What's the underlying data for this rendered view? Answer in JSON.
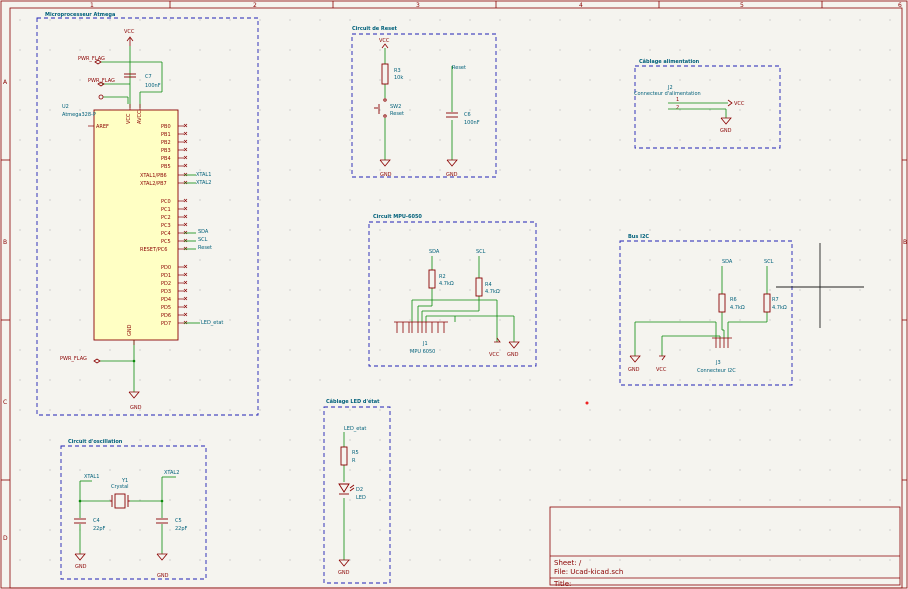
{
  "colors": {
    "background": "#f5f4ef",
    "frame": "#8a0000",
    "wire": "#0a8a0a",
    "part": "#8a0000",
    "text": "#00607a",
    "box": "#1f1fb4"
  },
  "sheet_header": {
    "cols": [
      "1",
      "2",
      "3",
      "4",
      "5",
      "6"
    ],
    "rows": [
      "A",
      "B",
      "C",
      "D"
    ]
  },
  "blocks": {
    "mcu": {
      "title": "Microprocesseur Atmega"
    },
    "reset": {
      "title": "Circuit de Reset"
    },
    "power": {
      "title": "Câblage alimentation"
    },
    "mpu": {
      "title": "Circuit MPU-6050"
    },
    "i2c": {
      "title": "Bus I2C"
    },
    "osc": {
      "title": "Circuit d'oscillation"
    },
    "led": {
      "title": "Câblage LED d'état"
    }
  },
  "mcu": {
    "ref": "U2",
    "value": "Atmega328-P",
    "vcc": "VCC",
    "gnd": "GND",
    "flag1": "PWR_FLAG",
    "flag2": "PWR_FLAG",
    "flag3": "PWR_FLAG",
    "cap_ref": "C7",
    "cap_val": "100nF",
    "aref": "AREF",
    "vcc_pin": "VCC",
    "avcc_pin": "AVCC",
    "gnd_pin": "GND",
    "pins_b": [
      "PB0",
      "PB1",
      "PB2",
      "PB3",
      "PB4",
      "PB5",
      "XTAL1/PB6",
      "XTAL2/PB7"
    ],
    "pins_c": [
      "PC0",
      "PC1",
      "PC2",
      "PC3",
      "PC4",
      "PC5",
      "RESET/PC6"
    ],
    "pins_d": [
      "PD0",
      "PD1",
      "PD2",
      "PD3",
      "PD4",
      "PD5",
      "PD6",
      "PD7"
    ],
    "net_xtal1": "XTAL1",
    "net_xtal2": "XTAL2",
    "net_sda": "SDA",
    "net_scl": "SCL",
    "net_reset": "Reset",
    "net_led": "LED_etat"
  },
  "reset": {
    "vcc": "VCC",
    "r_ref": "R3",
    "r_val": "10k",
    "sw_ref": "SW2",
    "sw_val": "Reset",
    "net": "Reset",
    "c_ref": "C6",
    "c_val": "100nF",
    "gnd1": "GND",
    "gnd2": "GND"
  },
  "power": {
    "ref": "J2",
    "value": "Connecteur d'alimentation",
    "pin1": "1",
    "pin2": "2",
    "vcc": "VCC",
    "gnd": "GND"
  },
  "mpu": {
    "sda": "SDA",
    "scl": "SCL",
    "r1_ref": "R2",
    "r1_val": "4.7kΩ",
    "r2_ref": "R4",
    "r2_val": "4.7kΩ",
    "j_ref": "J1",
    "j_val": "MPU 6050",
    "vcc": "VCC",
    "gnd": "GND"
  },
  "i2c": {
    "sda": "SDA",
    "scl": "SCL",
    "r1_ref": "R6",
    "r1_val": "4.7kΩ",
    "r2_ref": "R7",
    "r2_val": "4.7kΩ",
    "j_ref": "J3",
    "j_val": "Connecteur I2C",
    "gnd": "GND",
    "vcc": "VCC"
  },
  "osc": {
    "xtal1": "XTAL1",
    "xtal2": "XTAL2",
    "y_ref": "Y1",
    "y_val": "Crystal",
    "c1_ref": "C4",
    "c1_val": "22pF",
    "c2_ref": "C5",
    "c2_val": "22pF",
    "gnd1": "GND",
    "gnd2": "GND"
  },
  "led": {
    "net": "LED_etat",
    "r_ref": "R5",
    "r_val": "R",
    "d_ref": "D2",
    "d_val": "LED",
    "gnd": "GND"
  },
  "title_block": {
    "sheet": "Sheet: /",
    "file": "File: Ucad-kicad.sch",
    "title_label": "Title:"
  }
}
